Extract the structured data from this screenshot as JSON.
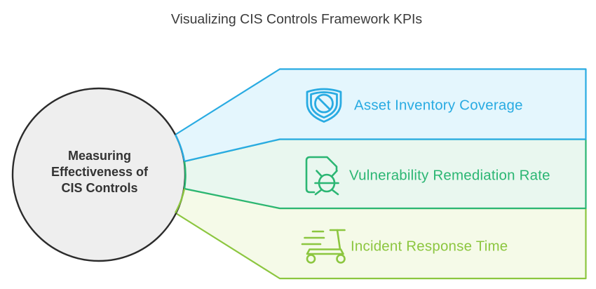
{
  "background_color": "#ffffff",
  "title": {
    "text": "Visualizing CIS Controls Framework KPIs",
    "color": "#3a3a3a"
  },
  "center_node": {
    "lines": [
      "Measuring",
      "Effectiveness of",
      "CIS Controls"
    ],
    "fill_color": "#eeeeee",
    "border_color": "#2b2b2b",
    "text_color": "#333333"
  },
  "banners": [
    {
      "label": "Asset Inventory Coverage",
      "icon": "shield-slash-icon",
      "border_color": "#29abe2",
      "fill_color": "#e4f6fd",
      "text_color": "#29abe2"
    },
    {
      "label": "Vulnerability Remediation Rate",
      "icon": "document-bug-icon",
      "border_color": "#2bb673",
      "fill_color": "#e9f7ef",
      "text_color": "#2bb673"
    },
    {
      "label": "Incident Response Time",
      "icon": "scooter-icon",
      "border_color": "#8cc63f",
      "fill_color": "#f5fae8",
      "text_color": "#8cc63f"
    }
  ]
}
